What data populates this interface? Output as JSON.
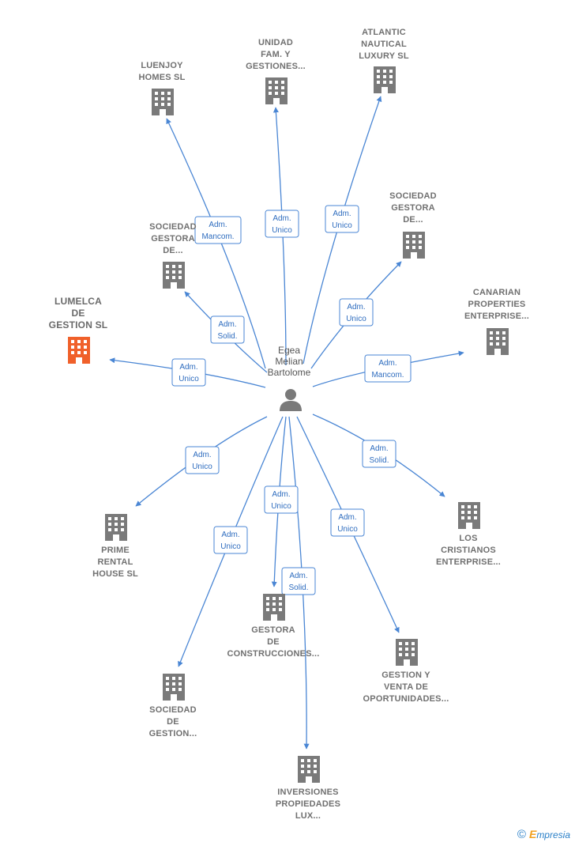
{
  "diagram": {
    "center": {
      "lines": [
        "Egea",
        "Melian",
        "Bartolome"
      ]
    },
    "accent_color": "#4a86d4",
    "building_color": "#7a7a7a",
    "highlight_color": "#f0602a",
    "nodes": [
      {
        "id": "luenjoy",
        "lines": [
          "LUENJOY",
          "HOMES  SL"
        ],
        "role": [
          "Adm.",
          "Mancom."
        ]
      },
      {
        "id": "unidad",
        "lines": [
          "UNIDAD",
          "FAM.  Y",
          "GESTIONES..."
        ],
        "role": [
          "Adm.",
          "Unico"
        ]
      },
      {
        "id": "atlantic",
        "lines": [
          "ATLANTIC",
          "NAUTICAL",
          "LUXURY  SL"
        ],
        "role": [
          "Adm.",
          "Unico"
        ]
      },
      {
        "id": "sociedad-gestora-2",
        "lines": [
          "SOCIEDAD",
          "GESTORA",
          "DE..."
        ],
        "role": [
          "Adm.",
          "Unico"
        ]
      },
      {
        "id": "canarian",
        "lines": [
          "CANARIAN",
          "PROPERTIES",
          "ENTERPRISE..."
        ],
        "role": [
          "Adm.",
          "Mancom."
        ]
      },
      {
        "id": "sociedad-gestora-1",
        "lines": [
          "SOCIEDAD",
          "GESTORA",
          "DE..."
        ],
        "role": [
          "Adm.",
          "Solid."
        ]
      },
      {
        "id": "lumelca",
        "lines": [
          "LUMELCA",
          "DE",
          "GESTION  SL"
        ],
        "role": [
          "Adm.",
          "Unico"
        ],
        "highlight": true
      },
      {
        "id": "prime",
        "lines": [
          "PRIME",
          "RENTAL",
          "HOUSE  SL"
        ],
        "role": [
          "Adm.",
          "Unico"
        ]
      },
      {
        "id": "sociedad-gestion",
        "lines": [
          "SOCIEDAD",
          "DE",
          "GESTION..."
        ],
        "role": [
          "Adm.",
          "Unico"
        ]
      },
      {
        "id": "gestora-construcciones",
        "lines": [
          "GESTORA",
          "DE",
          "CONSTRUCCIONES..."
        ],
        "role": [
          "Adm.",
          "Unico"
        ]
      },
      {
        "id": "inversiones",
        "lines": [
          "INVERSIONES",
          "PROPIEDADES",
          "LUX..."
        ],
        "role": [
          "Adm.",
          "Solid."
        ]
      },
      {
        "id": "gestion-venta",
        "lines": [
          "GESTION Y",
          "VENTA DE",
          "OPORTUNIDADES..."
        ],
        "role": [
          "Adm.",
          "Unico"
        ]
      },
      {
        "id": "los-cristianos",
        "lines": [
          "LOS",
          "CRISTIANOS",
          "ENTERPRISE..."
        ],
        "role": [
          "Adm.",
          "Solid."
        ]
      }
    ]
  },
  "footer": {
    "copyright": "©",
    "brand_initial": "E",
    "brand_rest": "mpresia"
  }
}
